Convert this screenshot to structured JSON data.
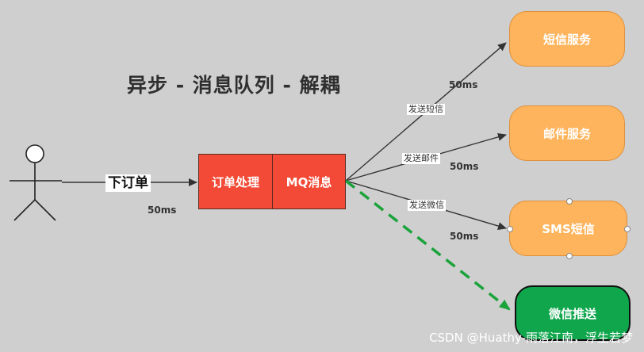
{
  "title": "异步 - 消息队列 - 解耦",
  "actor_edge_label": "下订单",
  "actor_timing": "50ms",
  "process_boxes": [
    "订单处理",
    "MQ消息"
  ],
  "services": [
    {
      "label": "短信服务",
      "edge_label": "发送短信",
      "timing": "50ms"
    },
    {
      "label": "邮件服务",
      "edge_label": "发送邮件",
      "timing": "50ms"
    },
    {
      "label": "SMS短信",
      "edge_label": "发送微信",
      "timing": "50ms"
    },
    {
      "label": "微信推送",
      "edge_label": "",
      "timing": ""
    }
  ],
  "watermark": "CSDN @Huathy-雨落江南，浮生若梦",
  "colors": {
    "background": "#cfcfcf",
    "process_fill": "#f24a36",
    "service_fill": "#fdb45c",
    "highlight_fill": "#0fa64c",
    "dashed_arrow": "#1aa33a"
  }
}
